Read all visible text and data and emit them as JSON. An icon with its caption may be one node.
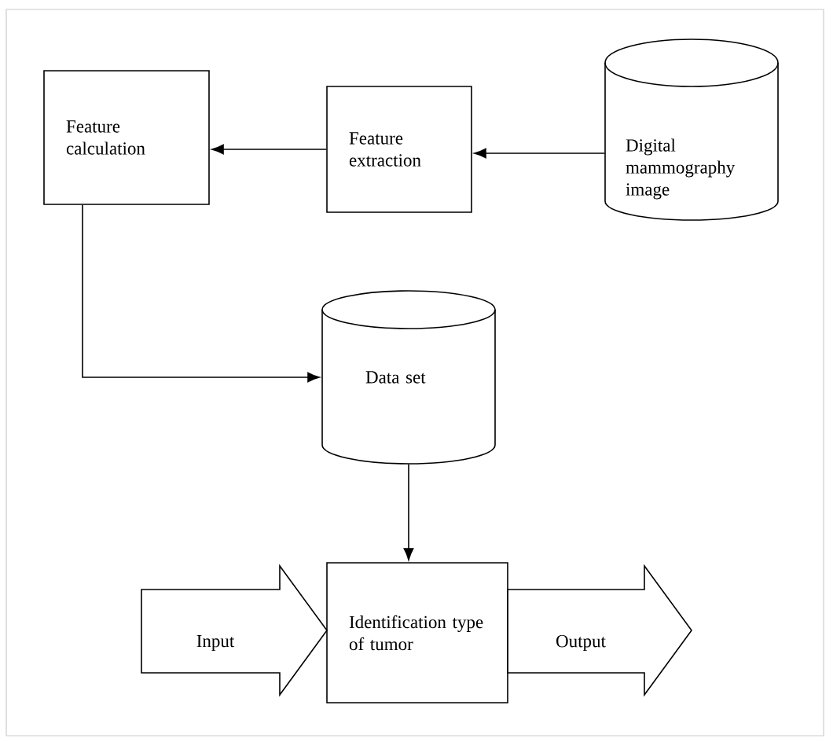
{
  "diagram": {
    "nodes": [
      {
        "text": [
          "Feature calculation"
        ]
      },
      {
        "text": [
          "Feature extraction"
        ]
      },
      {
        "text": [
          "Digital mammography image"
        ]
      },
      {
        "text": [
          "Data set"
        ]
      },
      {
        "text": [
          "Input"
        ]
      },
      {
        "text": [
          "Identification type of tumor"
        ]
      },
      {
        "text": [
          "Output"
        ]
      }
    ],
    "edges": [
      {
        "from": 2,
        "to": 1,
        "arrow": "to"
      },
      {
        "from": 1,
        "to": 0,
        "arrow": "to"
      },
      {
        "from": 0,
        "to": 3,
        "arrow": "to"
      },
      {
        "from": 3,
        "to": 5,
        "arrow": "to"
      }
    ]
  }
}
